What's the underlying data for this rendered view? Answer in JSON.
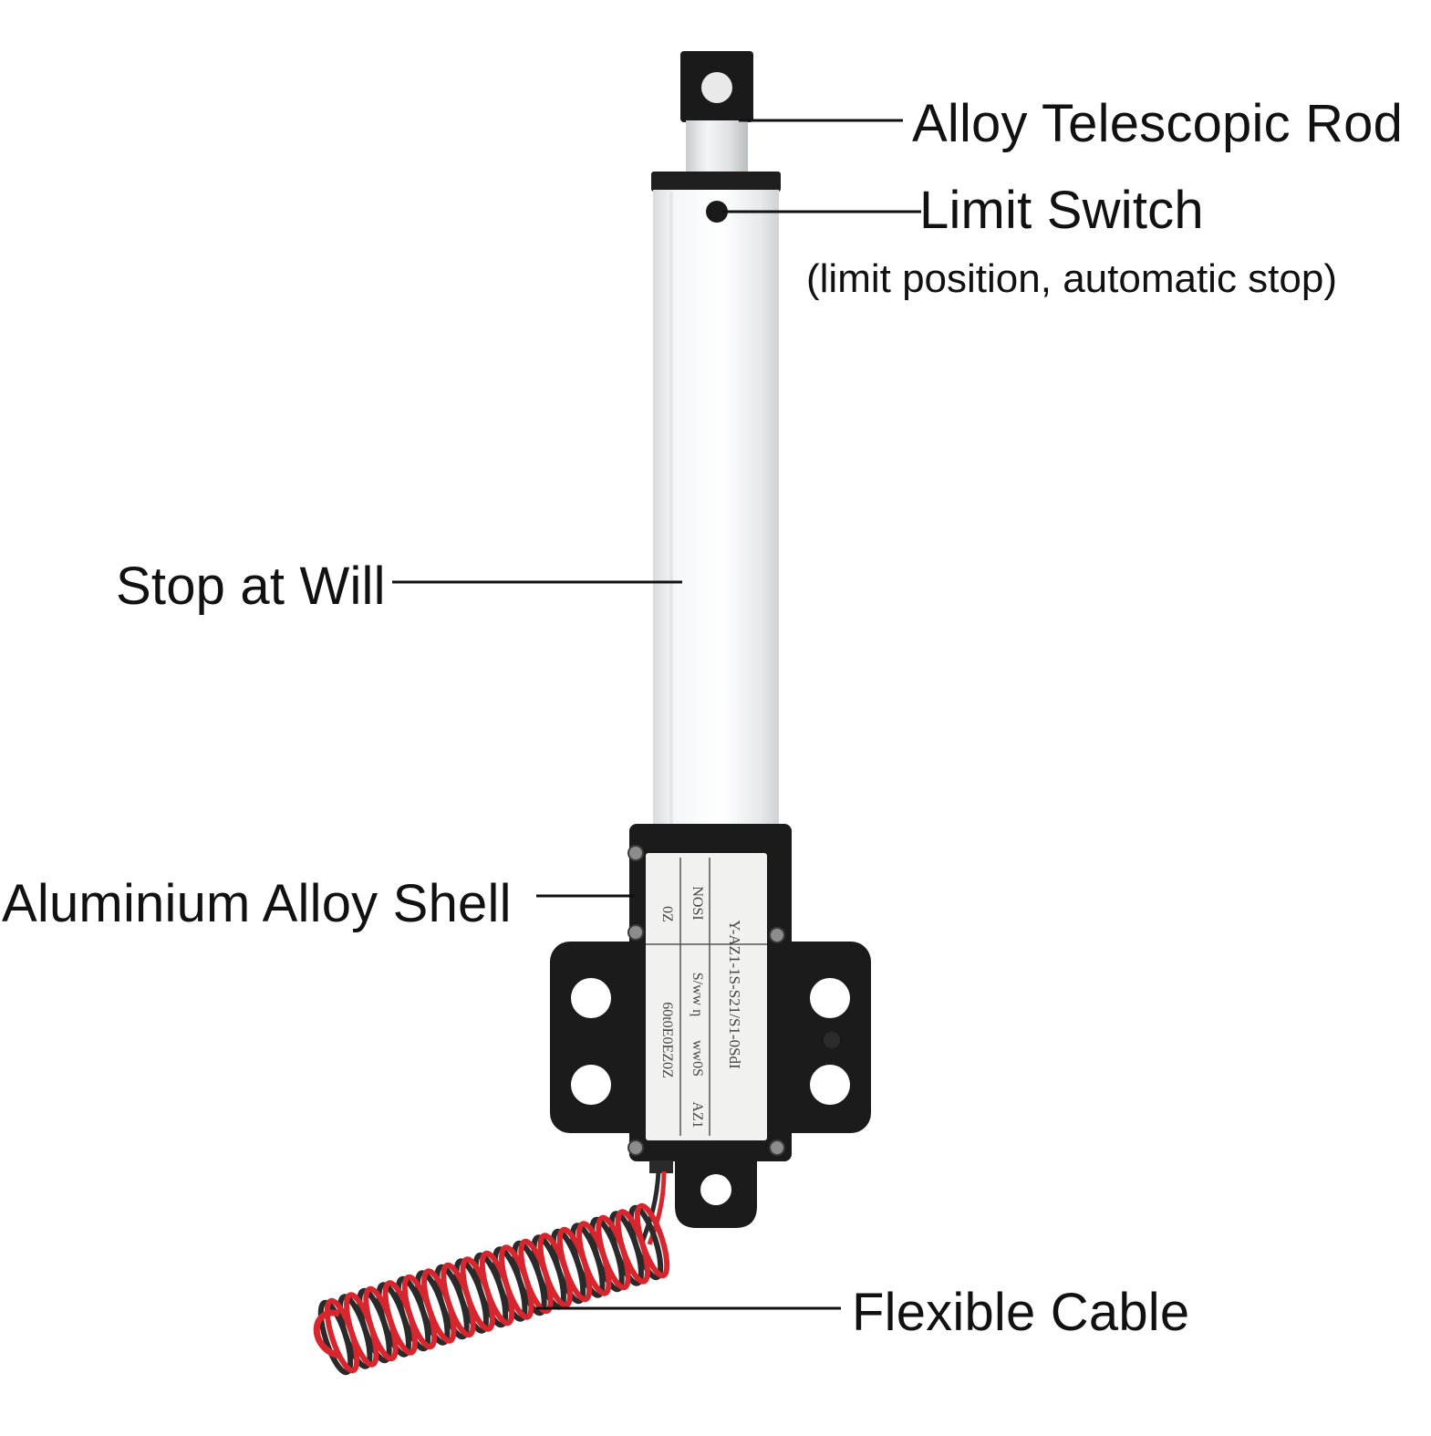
{
  "callouts": {
    "rod": "Alloy Telescopic Rod",
    "limit_switch": "Limit Switch",
    "limit_switch_note": "(limit position, automatic stop)",
    "stop": "Stop at Will",
    "shell": "Aluminium Alloy Shell",
    "cable": "Flexible Cable"
  },
  "nameplate": {
    "line1": "Y-AZ1-1S-S21/S1-0SdI",
    "line2": "NOSI",
    "line3": "S/ww ƞ",
    "line4": "ww0S",
    "line5": "AZ1",
    "line6": "0Z",
    "line7": "60t0E0EZ0Z"
  },
  "colors": {
    "housing": "#1b1b1b",
    "tube": "#eef0f1",
    "cable_red": "#d8262e",
    "cable_black": "#2a2a2a",
    "plate": "#f1f1ef"
  }
}
